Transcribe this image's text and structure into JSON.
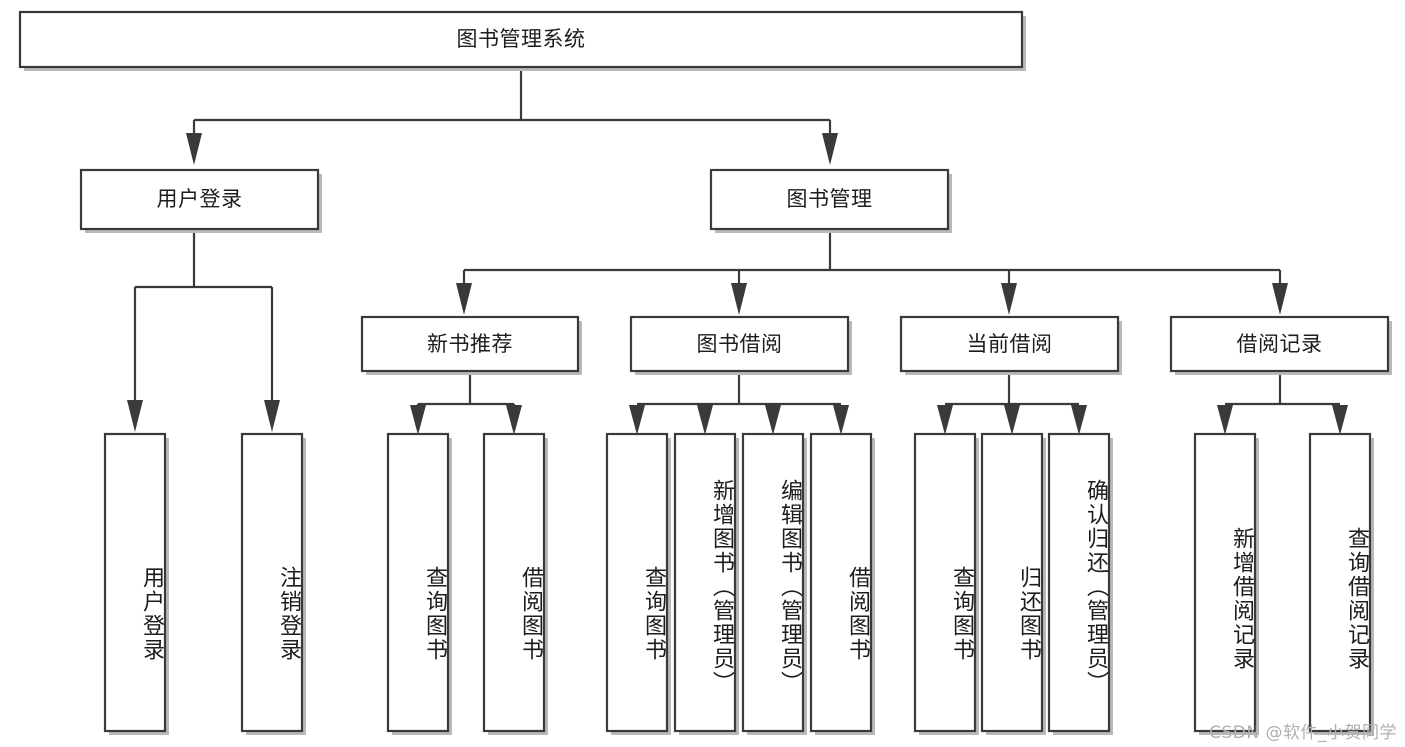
{
  "diagram": {
    "title": "图书管理系统",
    "type": "tree-hierarchy-chart",
    "orientation": "top-down",
    "colors": {
      "stroke": "#3a3a3a",
      "fill": "#ffffff",
      "text": "#1d1d1d",
      "shadow": "#b9b9b9",
      "watermark": "#b0b0b0",
      "background": "#ffffff"
    }
  },
  "root": {
    "label": "图书管理系统"
  },
  "level2": [
    {
      "label": "用户登录"
    },
    {
      "label": "图书管理"
    }
  ],
  "level3": [
    {
      "label": "新书推荐"
    },
    {
      "label": "图书借阅"
    },
    {
      "label": "当前借阅"
    },
    {
      "label": "借阅记录"
    }
  ],
  "leaves": {
    "user_login": [
      {
        "label": "用户登录"
      },
      {
        "label": "注销登录"
      }
    ],
    "new_book_recommend": [
      {
        "label": "查询图书"
      },
      {
        "label": "借阅图书"
      }
    ],
    "book_borrow": [
      {
        "label": "查询图书"
      },
      {
        "label": "新增图书（管理员）"
      },
      {
        "label": "编辑图书（管理员）"
      },
      {
        "label": "借阅图书"
      }
    ],
    "current_borrow": [
      {
        "label": "查询图书"
      },
      {
        "label": "归还图书"
      },
      {
        "label": "确认归还（管理员）"
      }
    ],
    "borrow_record": [
      {
        "label": "新增借阅记录"
      },
      {
        "label": "查询借阅记录"
      }
    ]
  },
  "watermark": {
    "text": "CSDN @软件_小贺同学"
  }
}
